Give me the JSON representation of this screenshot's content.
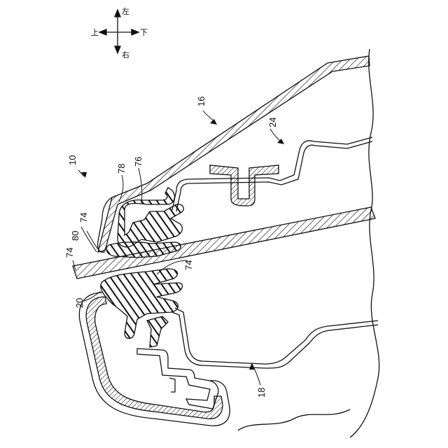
{
  "compass": {
    "up": "左",
    "down": "右",
    "left": "上",
    "right": "下"
  },
  "labels": {
    "assembly": "10",
    "panel_upper": "16",
    "panel_lower": "18",
    "glass": "20",
    "inner_upper": "24",
    "seal_a": "74",
    "seal_b": "74",
    "seal_c": "74",
    "seal_upper": "76",
    "lip": "78",
    "groove": "80"
  },
  "colors": {
    "ink": "#111111",
    "paper": "#ffffff"
  }
}
